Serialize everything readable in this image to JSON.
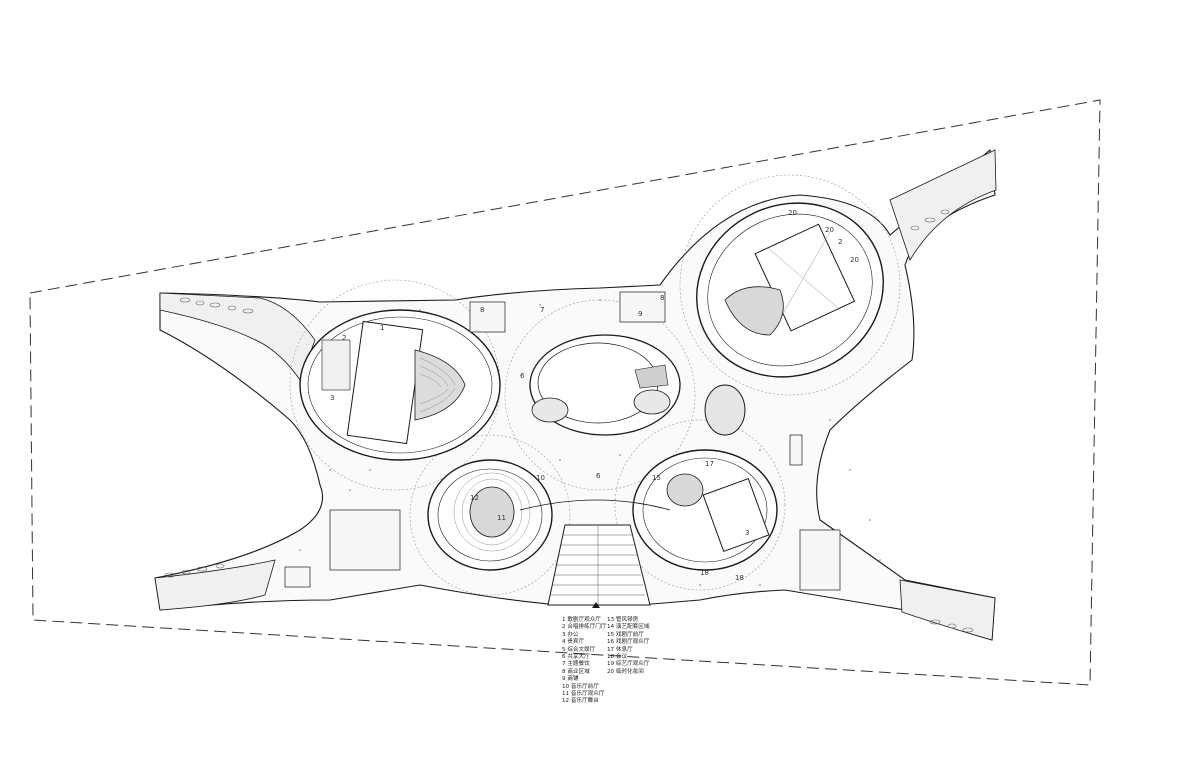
{
  "room_numbers": {
    "opera_stage": "1",
    "opera_area": "2",
    "opera_side": "3",
    "music_hall": "11",
    "music_hall_upper": "12",
    "drama_a": "15",
    "drama_b": "17",
    "drama_c": "18",
    "drama_d": "18",
    "drama_e": "3",
    "studio_a": "20",
    "studio_b": "20",
    "studio_c": "2",
    "studio_d": "20",
    "lobby_a": "6",
    "lobby_b": "6",
    "lobby_c": "7",
    "lobby_d": "8",
    "lobby_e": "9",
    "lobby_f": "10",
    "east_block": "8"
  },
  "legend": {
    "left": [
      "1  歌剧厅观众厅",
      "2  合唱排练厅门厅",
      "3  办公",
      "4  贵宾厅",
      "5  综合文娱厅",
      "6  共享大厅",
      "7  主题餐饮",
      "8  商业区域",
      "9  商铺",
      "10  音乐厅前厅",
      "11  音乐厅观众厅",
      "12  音乐厅舞台"
    ],
    "right": [
      "13  管风琴房",
      "14  演艺配套区域",
      "15  戏剧厅前厅",
      "16  戏剧厅观众厅",
      "17  休息厅",
      "18  会议",
      "19  综艺厅观众厅",
      "20  临时化妆间"
    ]
  },
  "colors": {
    "line": "#1a1a1a",
    "light_line": "#888888",
    "hatch": "#bdbdbd",
    "background": "#ffffff"
  }
}
